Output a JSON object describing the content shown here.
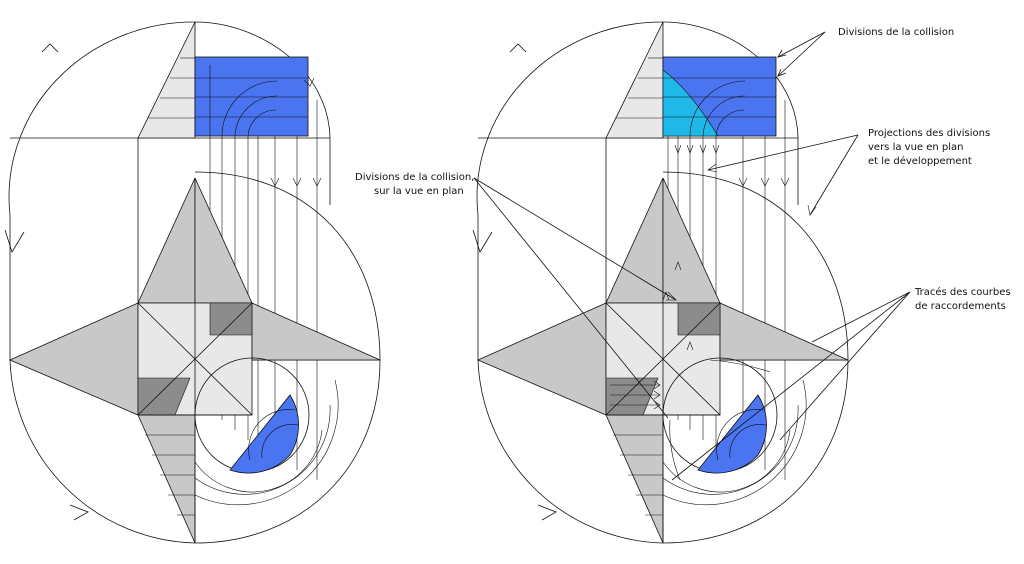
{
  "annotations": {
    "divisions_collision": "Divisions de la collision",
    "divisions_plan_l1": "Divisions de la collision,",
    "divisions_plan_l2": "sur la vue en plan",
    "projections_l1": "Projections des divisions",
    "projections_l2": "vers la vue en plan",
    "projections_l3": "et le développement",
    "traces_l1": "Tracés des courbes",
    "traces_l2": "de raccordements"
  },
  "colors": {
    "blue": "#4a74f0",
    "cyan": "#1fb8e8",
    "gray_light": "#e8e8e8",
    "gray_mid": "#c8c8c8",
    "gray_dark": "#8c8c8c",
    "line": "#111111"
  }
}
